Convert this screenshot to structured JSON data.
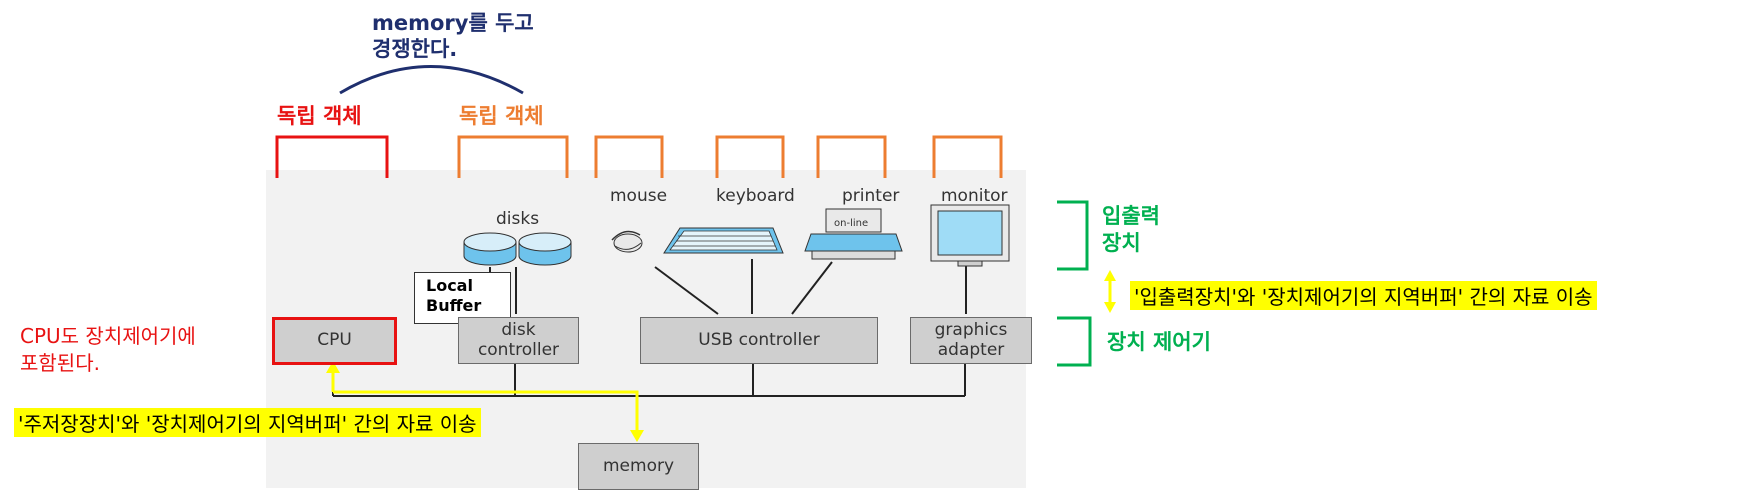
{
  "top_note": {
    "line1": "memory를 두고",
    "line2": "경쟁한다."
  },
  "brackets": {
    "cpu_label": "독립 객체",
    "disk_label": "독립 객체"
  },
  "devices": {
    "disks": "disks",
    "mouse": "mouse",
    "keyboard": "keyboard",
    "printer": "printer",
    "printer_screen": "on-line",
    "monitor": "monitor"
  },
  "local_buffer": {
    "line1": "Local",
    "line2": "Buffer"
  },
  "controllers": {
    "cpu": "CPU",
    "disk": {
      "line1": "disk",
      "line2": "controller"
    },
    "usb": "USB controller",
    "graphics": {
      "line1": "graphics",
      "line2": "adapter"
    }
  },
  "memory": "memory",
  "side_labels": {
    "io_device": {
      "line1": "입출력",
      "line2": "장치"
    },
    "io_transfer": "'입출력장치'와 '장치제어기의 지역버퍼' 간의 자료 이송",
    "device_controller": "장치 제어기"
  },
  "left_note": {
    "line1": "CPU도 장치제어기에",
    "line2": "포함된다."
  },
  "bottom_transfer": "'주저장장치'와 '장치제어기의 지역버퍼' 간의 자료 이송",
  "colors": {
    "red": "#e81212",
    "orange": "#ed7d31",
    "green": "#00b050",
    "navy": "#1f2f6e",
    "yellow": "#ffff00"
  }
}
